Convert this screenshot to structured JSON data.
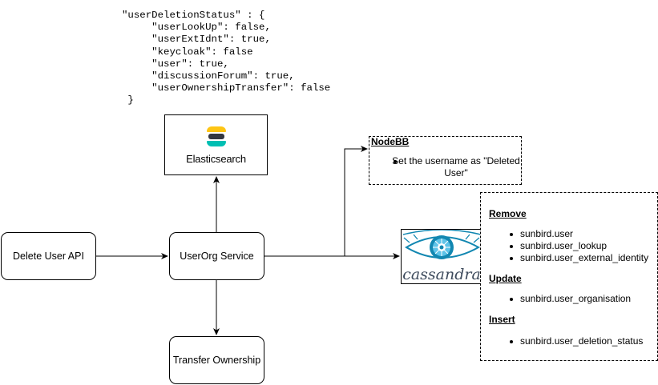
{
  "code_block": {
    "lines": [
      "\"userDeletionStatus\" : {",
      "     \"userLookUp\": false,",
      "     \"userExtIdnt\": true,",
      "     \"keycloak\": false",
      "     \"user\": true,",
      "     \"discussionForum\": true,",
      "     \"userOwnershipTransfer\": false",
      " }"
    ]
  },
  "nodes": {
    "delete_user_api": "Delete User API",
    "userorg_service": "UserOrg Service",
    "transfer_ownership": "Transfer Ownership",
    "elasticsearch": "Elasticsearch",
    "cassandra": "cassandra"
  },
  "nodebb": {
    "title": "NodeBB",
    "items": [
      "Set the username as \"Deleted User\""
    ]
  },
  "cassandra_tables": {
    "remove": {
      "title": "Remove",
      "items": [
        "sunbird.user",
        "sunbird.user_lookup",
        "sunbird.user_external_identity"
      ]
    },
    "update": {
      "title": "Update",
      "items": [
        "sunbird.user_organisation"
      ]
    },
    "insert": {
      "title": "Insert",
      "items": [
        "sunbird.user_deletion_status"
      ]
    }
  },
  "colors": {
    "elastic_yellow": "#FEC514",
    "elastic_teal": "#00BFB3",
    "elastic_dark": "#343741",
    "cassandra_blue": "#1287B1",
    "cassandra_text": "#3D4A5C"
  }
}
